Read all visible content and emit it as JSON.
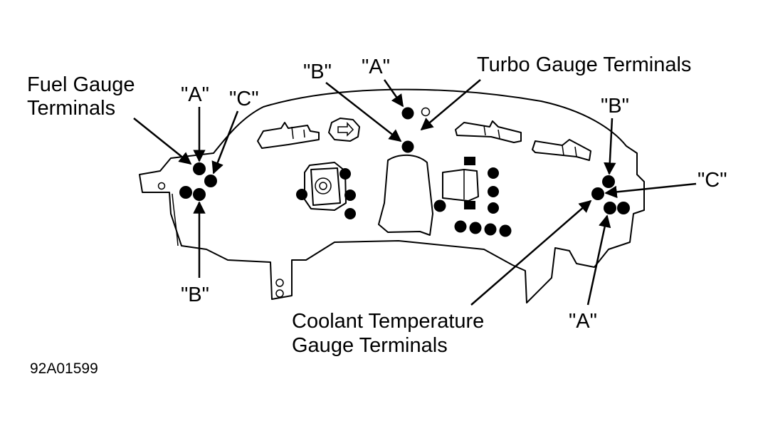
{
  "labels": {
    "fuel_line1": "Fuel Gauge",
    "fuel_line2": "Terminals",
    "fuel_a": "\"A\"",
    "fuel_b": "\"B\"",
    "fuel_c": "\"C\"",
    "turbo": "Turbo Gauge Terminals",
    "turbo_a": "\"A\"",
    "turbo_b": "\"B\"",
    "coolant_line1": "Coolant Temperature",
    "coolant_line2": "Gauge Terminals",
    "coolant_a": "\"A\"",
    "coolant_b": "\"B\"",
    "coolant_c": "\"C\""
  },
  "figure_code": "92A01599",
  "colors": {
    "ink": "#000000",
    "paper": "#ffffff"
  }
}
